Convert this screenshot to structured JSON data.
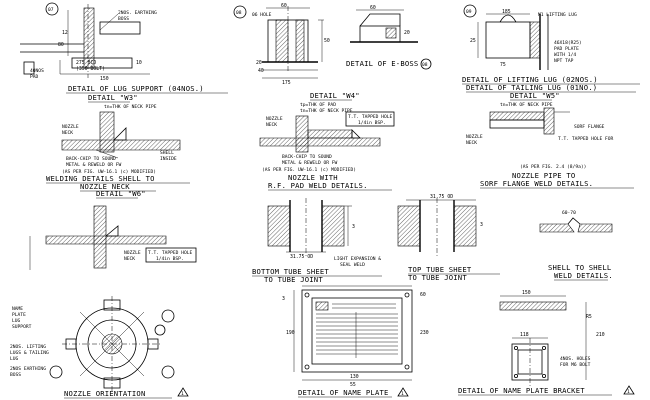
{
  "panels": {
    "lug_support": {
      "title": "DETAIL OF LUG SUPPORT (04NOS.)",
      "bubble": "07",
      "notes": [
        "2NOS. EARTHING",
        "BOSS"
      ],
      "dims": [
        "12",
        "80",
        "150",
        "275 BCD",
        "(350 BOLT)",
        "40NOS",
        "PAD",
        "10"
      ]
    },
    "boss": {
      "title": "DETAIL OF E-BOSS",
      "bubble": "08",
      "notes": [
        "06 HOLE"
      ],
      "dims": [
        "60",
        "50",
        "175",
        "40",
        "20"
      ]
    },
    "lifting_lug": {
      "title": "DETAIL OF LIFTING LUG (02NOS.)",
      "title2": "DETAIL OF TAILING LUG (01NO.)",
      "bubble": "09",
      "notes": [
        "M1 LIFTING LUG",
        "46X18(R25)",
        "PAD PLATE",
        "WITH 1/4",
        "NPT TAP"
      ],
      "dims": [
        "185",
        "25",
        "75"
      ]
    },
    "w3": {
      "title": "WELDING DETAILS SHELL TO",
      "title2": "NOZZLE NECK",
      "detail": "DETAIL \"W3\"",
      "notes": [
        "tn=THK OF NECK PIPE",
        "NOZZLE",
        "NECK",
        "SHELL",
        "INSIDE",
        "BACK-CHIP TO SOUND",
        "METAL & REWELD OR FW",
        "(AS PER FIG. UW-16.1 (c) MODIFIED)"
      ]
    },
    "w4": {
      "title": "NOZZLE WITH",
      "title2": "R.F. PAD WELD DETAILS.",
      "detail": "DETAIL \"W4\"",
      "notes": [
        "tp=THK OF PAD",
        "tn=THK OF NECK PIPE",
        "NOZZLE",
        "NECK",
        "T.T. TAPPED HOLE",
        "1/4in BSP.",
        "BACK-CHIP TO SOUND",
        "METAL & REWELD OR FW",
        "(AS PER FIG. UW-16.1 (c) MODIFIED)"
      ]
    },
    "w5": {
      "title": "NOZZLE PIPE TO",
      "title2": "SORF FLANGE WELD DETAILS.",
      "detail": "DETAIL \"W5\"",
      "notes": [
        "tn=THK OF NECK PIPE",
        "SORF FLANGE",
        "NOZZLE",
        "NECK",
        "T.T. TAPPED HOLE FOR",
        "(AS PER FIG. 2.4 (8/9a))"
      ]
    },
    "w6": {
      "detail": "DETAIL \"W6\"",
      "notes": [
        "NOZZLE",
        "NECK",
        "T.T. TAPPED HOLE",
        "1/4in BSP."
      ]
    },
    "bottom_tube": {
      "title": "BOTTOM TUBE SHEET",
      "title2": "TO TUBE JOINT",
      "notes": [
        "LIGHT EXPANSION &",
        "SEAL WELD"
      ],
      "dims": [
        "31.75 OD",
        "3"
      ]
    },
    "top_tube": {
      "title": "TOP TUBE SHEET",
      "title2": "TO TUBE JOINT",
      "dims": [
        "31.75 OD",
        "3"
      ]
    },
    "shell_shell": {
      "title": "SHELL TO SHELL",
      "title2": "WELD DETAILS.",
      "notes": [
        "60-70"
      ]
    },
    "nozzle_orientation": {
      "title": "NOZZLE ORIENTATION",
      "notes": [
        "NAME",
        "PLATE",
        "LUG",
        "SUPPORT",
        "2NOS. LIFTING",
        "LUGS & TAILING",
        "LUG",
        "2NOS EARTHING",
        "BOSS"
      ]
    },
    "name_plate": {
      "title": "DETAIL OF NAME PLATE",
      "dims": [
        "190",
        "130",
        "55",
        "230",
        "60",
        "3"
      ]
    },
    "name_plate_bracket": {
      "title": "DETAIL OF NAME PLATE BRACKET",
      "notes": [
        "4NOS. HOLES",
        "FOR M6 BOLT"
      ],
      "dims": [
        "150",
        "118",
        "R5",
        "210"
      ]
    }
  },
  "revision_mark": "1"
}
